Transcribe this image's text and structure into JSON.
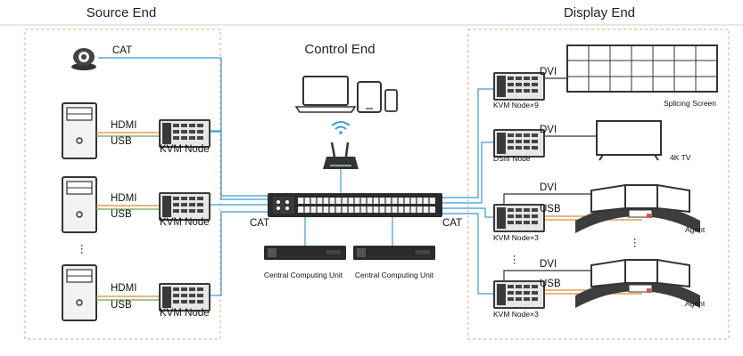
{
  "headings": {
    "source_end": "Source End",
    "display_end": "Display End",
    "control_end": "Control End"
  },
  "source": {
    "cat_label": "CAT",
    "workstations": [
      {
        "hdmi": "HDMI",
        "usb": "USB",
        "node": "KVM Node"
      },
      {
        "hdmi": "HDMI",
        "usb": "USB",
        "node": "KVM Node"
      },
      {
        "hdmi": "HDMI",
        "usb": "USB",
        "node": "KVM Node"
      }
    ],
    "ellipsis": "⋮"
  },
  "center": {
    "cat_left": "CAT",
    "cat_right": "CAT",
    "computing_units": [
      "Central Computing Unit",
      "Central Computing Unit"
    ]
  },
  "display": {
    "splicing": {
      "dvi": "DVI",
      "node": "KVM Node×9",
      "screen": "Splicing Screen"
    },
    "tv": {
      "dvi": "DVI",
      "node": "DSIII Node",
      "screen": "4K TV"
    },
    "agents": [
      {
        "dvi": "DVI",
        "usb": "USB",
        "node": "KVM Node×3",
        "label": "Agent"
      },
      {
        "dvi": "DVI",
        "usb": "USB",
        "node": "KVM Node×3",
        "label": "Agent"
      }
    ],
    "ellipsis": "⋮"
  },
  "colors": {
    "cat_line": "#3b9bd6",
    "hdmi_line": "#e08a2e",
    "usb_line": "#6aa84f",
    "frame_dash": "#e8a27a",
    "device_dark": "#2b2b2b"
  }
}
